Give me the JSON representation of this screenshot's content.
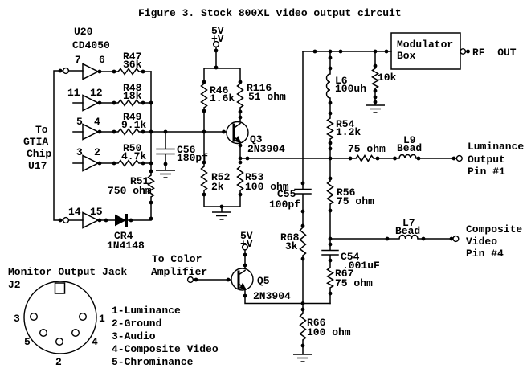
{
  "title": "Figure 3. Stock 800XL video output circuit",
  "ic": {
    "ref": "U20",
    "part": "CD4050"
  },
  "gtia": [
    "To",
    "GTIA",
    "Chip",
    "U17"
  ],
  "inverters": [
    {
      "in": "7",
      "out": "6"
    },
    {
      "in": "11",
      "out": "12"
    },
    {
      "in": "5",
      "out": "4"
    },
    {
      "in": "3",
      "out": "2"
    },
    {
      "in": "14",
      "out": "15"
    }
  ],
  "res": {
    "r47": {
      "ref": "R47",
      "val": "36k"
    },
    "r48": {
      "ref": "R48",
      "val": "18k"
    },
    "r49": {
      "ref": "R49",
      "val": "9.1k"
    },
    "r50": {
      "ref": "R50",
      "val": "4.7k"
    },
    "r51": {
      "ref": "R51",
      "val": "750 ohm"
    },
    "r46": {
      "ref": "R46",
      "val": "1.6k"
    },
    "r116": {
      "ref": "R116",
      "val": "51 ohm"
    },
    "r52": {
      "ref": "R52",
      "val": "2k"
    },
    "r53": {
      "ref": "R53",
      "val": "100 ohm"
    },
    "r54": {
      "ref": "R54",
      "val": "1.2k"
    },
    "r56": {
      "ref": "R56",
      "val": "75 ohm"
    },
    "r67": {
      "ref": "R67",
      "val": "75 ohm"
    },
    "r68": {
      "ref": "R68",
      "val": "3k"
    },
    "r66": {
      "ref": "R66",
      "val": "100 ohm"
    },
    "r10k": {
      "val": "10k"
    },
    "r75": {
      "val": "75 ohm"
    }
  },
  "caps": {
    "c56": {
      "ref": "C56",
      "val": "180pf"
    },
    "c55": {
      "ref": "C55",
      "val": "100pf"
    },
    "c54": {
      "ref": "C54",
      "val": ".001uF"
    }
  },
  "ind": {
    "l6": {
      "ref": "L6",
      "val": "100uh"
    },
    "l9": {
      "ref": "L9",
      "val": "Bead"
    },
    "l7": {
      "ref": "L7",
      "val": "Bead"
    }
  },
  "q": {
    "q3": {
      "ref": "Q3",
      "part": "2N3904"
    },
    "q5": {
      "ref": "Q5",
      "part": "2N3904"
    }
  },
  "diode": {
    "ref": "CR4",
    "part": "1N4148"
  },
  "power": {
    "v1": [
      "5V",
      "+V"
    ],
    "v2": [
      "5V",
      "+V"
    ]
  },
  "modulator": {
    "name1": "Modulator",
    "name2": "Box",
    "rf": "RF  OUT"
  },
  "out": {
    "lum": [
      "Luminance",
      "Output",
      "Pin #1"
    ],
    "comp": [
      "Composite",
      "Video",
      "Pin #4"
    ],
    "color": [
      "To Color",
      "Amplifier"
    ]
  },
  "jack": {
    "title": "Monitor Output Jack",
    "ref": "J2",
    "pins": {
      "p1": "1",
      "p2": "2",
      "p3": "3",
      "p4": "4",
      "p5": "5"
    },
    "legend": [
      "1-Luminance",
      "2-Ground",
      "3-Audio",
      "4-Composite Video",
      "5-Chrominance"
    ]
  }
}
